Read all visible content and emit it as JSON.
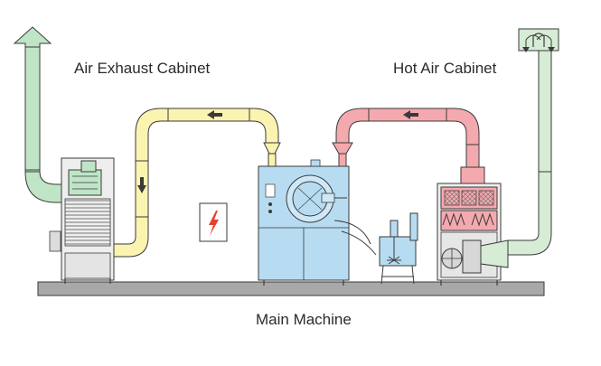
{
  "labels": {
    "exhaust": "Air Exhaust Cabinet",
    "hot_air": "Hot Air Cabinet",
    "main": "Main Machine"
  },
  "icons": [
    "up-arrow-icon",
    "down-arrow-icon",
    "flow-arrow-icon",
    "lightning-icon",
    "fan-icon",
    "motor-icon",
    "agitator-icon"
  ],
  "colors": {
    "exhaust_duct": "#bfe5c6",
    "return_duct": "#fbf3b0",
    "hot_duct": "#f4a9ae",
    "inlet_duct": "#d6ecd5",
    "machine_body": "#b7dcf2",
    "outline": "#3a3a3a",
    "base": "#a8a8a8",
    "hot_frame": "#d9737b",
    "lightning": "#e6402f"
  }
}
